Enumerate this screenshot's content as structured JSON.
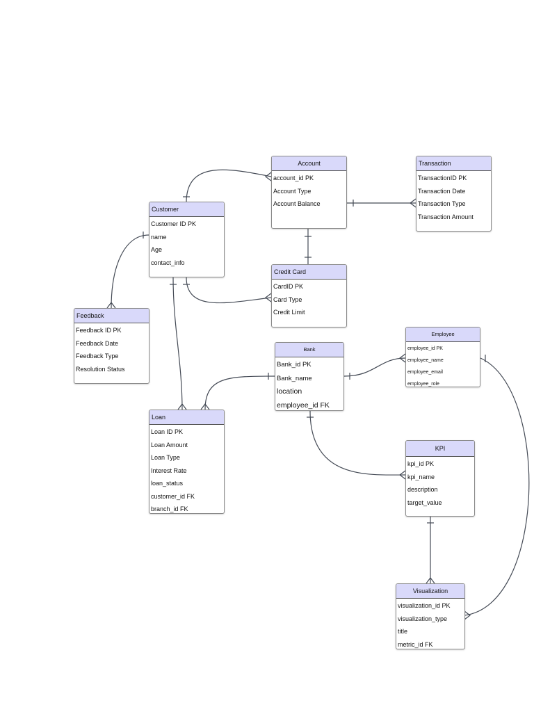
{
  "entities": {
    "account": {
      "title": "Account",
      "attributes": [
        "account_id PK",
        "Account Type",
        "Account Balance"
      ]
    },
    "transaction": {
      "title": "Transaction",
      "attributes": [
        "TransactionID PK",
        "Transaction Date",
        "Transaction Type",
        "Transaction Amount"
      ]
    },
    "customer": {
      "title": "Customer",
      "attributes": [
        "Customer ID PK",
        "name",
        "Age",
        "contact_info"
      ]
    },
    "credit_card": {
      "title": "Credit Card",
      "attributes": [
        "CardID PK",
        "Card Type",
        "Credit Limit"
      ]
    },
    "feedback": {
      "title": "Feedback",
      "attributes": [
        "Feedback ID PK",
        "Feedback Date",
        "Feedback Type",
        "Resolution Status"
      ]
    },
    "bank": {
      "title": "Bank",
      "attributes": [
        "Bank_id PK",
        "Bank_name",
        "location",
        "employee_id FK"
      ]
    },
    "employee": {
      "title": "Employee",
      "attributes": [
        "employee_id PK",
        "employee_name",
        "employee_email",
        "employee_role"
      ]
    },
    "loan": {
      "title": "Loan",
      "attributes": [
        "Loan ID PK",
        "Loan Amount",
        "Loan Type",
        "Interest Rate",
        "loan_status",
        "customer_id FK",
        "branch_id FK"
      ]
    },
    "kpi": {
      "title": "KPI",
      "attributes": [
        "kpi_id PK",
        "kpi_name",
        "description",
        "target_value"
      ]
    },
    "visualization": {
      "title": "Visualization",
      "attributes": [
        "visualization_id PK",
        "visualization_type",
        "title",
        "metric_id FK"
      ]
    }
  },
  "colors": {
    "header_fill": "#d9d9fa",
    "line": "#444a55",
    "border": "#8a8a8a"
  }
}
